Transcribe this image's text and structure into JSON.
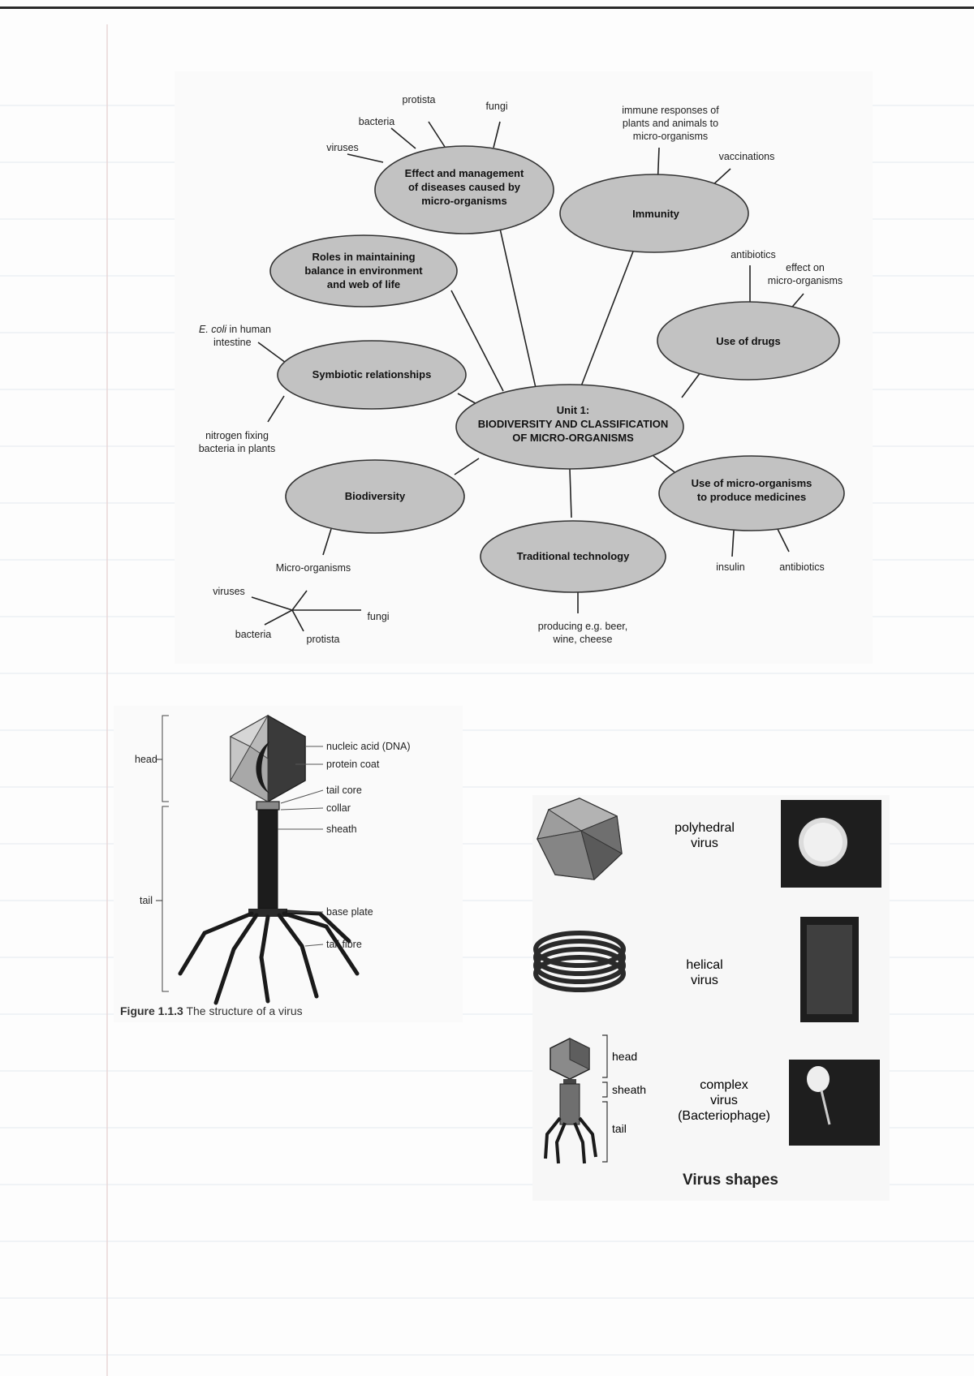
{
  "mindmap": {
    "center": {
      "line1": "Unit 1:",
      "line2": "BIODIVERSITY AND CLASSIFICATION",
      "line3": "OF MICRO-ORGANISMS"
    },
    "diseases": {
      "line1": "Effect and management",
      "line2": "of diseases caused by",
      "line3": "micro-organisms",
      "sub": [
        "protista",
        "fungi",
        "bacteria",
        "viruses"
      ]
    },
    "immunity": {
      "title": "Immunity",
      "sub1": [
        "immune responses of",
        "plants and animals to",
        "micro-organisms"
      ],
      "sub2": "vaccinations"
    },
    "roles": {
      "line1": "Roles in maintaining",
      "line2": "balance in environment",
      "line3": "and web of life"
    },
    "drugs": {
      "title": "Use of drugs",
      "sub1": "antibiotics",
      "sub2": [
        "effect on",
        "micro-organisms"
      ]
    },
    "symbiotic": {
      "title": "Symbiotic relationships",
      "sub1_italic": "E. coli",
      "sub1_rest": " in human",
      "sub1_line2": "intestine",
      "sub2": [
        "nitrogen fixing",
        "bacteria in plants"
      ]
    },
    "biodiversity": {
      "title": "Biodiversity",
      "sub": "Micro-organisms",
      "leaves": [
        "viruses",
        "fungi",
        "bacteria",
        "protista"
      ]
    },
    "medicines": {
      "line1": "Use of micro-organisms",
      "line2": "to produce medicines",
      "sub": [
        "insulin",
        "antibiotics"
      ]
    },
    "traditional": {
      "title": "Traditional technology",
      "sub": [
        "producing e.g. beer,",
        "wine, cheese"
      ]
    }
  },
  "virus_structure": {
    "labels": {
      "head": "head",
      "tail": "tail"
    },
    "parts": [
      "nucleic acid (DNA)",
      "protein coat",
      "tail core",
      "collar",
      "sheath",
      "base plate",
      "tail fibre"
    ],
    "caption_bold": "Figure 1.1.3",
    "caption_text": " The structure of a virus"
  },
  "virus_shapes": {
    "polyhedral": [
      "polyhedral",
      "virus"
    ],
    "helical": [
      "helical",
      "virus"
    ],
    "complex": [
      "complex",
      "virus",
      "(Bacteriophage)"
    ],
    "parts": [
      "head",
      "sheath",
      "tail"
    ],
    "title": "Virus shapes"
  }
}
